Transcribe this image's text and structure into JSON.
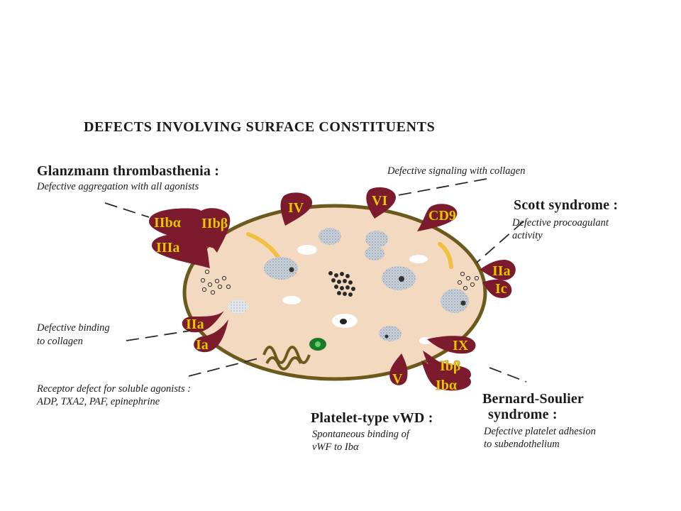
{
  "title": "DEFECTS INVOLVING SURFACE CONSTITUENTS",
  "syndromes": {
    "glanzmann": {
      "name": "Glanzmann thrombasthenia :",
      "desc": "Defective aggregation with all agonists"
    },
    "collagen_signaling": {
      "desc": "Defective signaling with collagen"
    },
    "scott": {
      "name": "Scott syndrome :",
      "desc_line1": "Defective procoagulant",
      "desc_line2": "activity"
    },
    "collagen_binding": {
      "desc_line1": "Defective binding",
      "desc_line2": "to collagen"
    },
    "soluble_agonists": {
      "desc_line1": "Receptor defect  for soluble  agonists :",
      "desc_line2": "ADP, TXA2, PAF, epinephrine"
    },
    "platelet_vwd": {
      "name": "Platelet-type vWD :",
      "desc_line1": "Spontaneous binding of",
      "desc_line2": "vWF to Ibα"
    },
    "bernard_soulier": {
      "name_line1": "Bernard-Soulier",
      "name_line2": "syndrome :",
      "desc_line1": "Defective platelet adhesion",
      "desc_line2": "to subendothelium"
    }
  },
  "receptors": {
    "iib_alpha": "IIbα",
    "iib_beta": "IIbβ",
    "iiia": "IIIa",
    "iv": "IV",
    "vi": "VI",
    "cd9": "CD9",
    "iia_right": "IIa",
    "ic": "Ic",
    "iia_left": "IIa",
    "ia": "Ia",
    "ix": "IX",
    "ib_beta": "Ibβ",
    "v": "V",
    "ib_alpha": "Ibα"
  },
  "colors": {
    "platelet_fill": "#f3d9c0",
    "membrane": "#6b5a1c",
    "receptor": "#7d1b2e",
    "receptor_label": "#f2c200",
    "granule": "#c4cfd8"
  }
}
